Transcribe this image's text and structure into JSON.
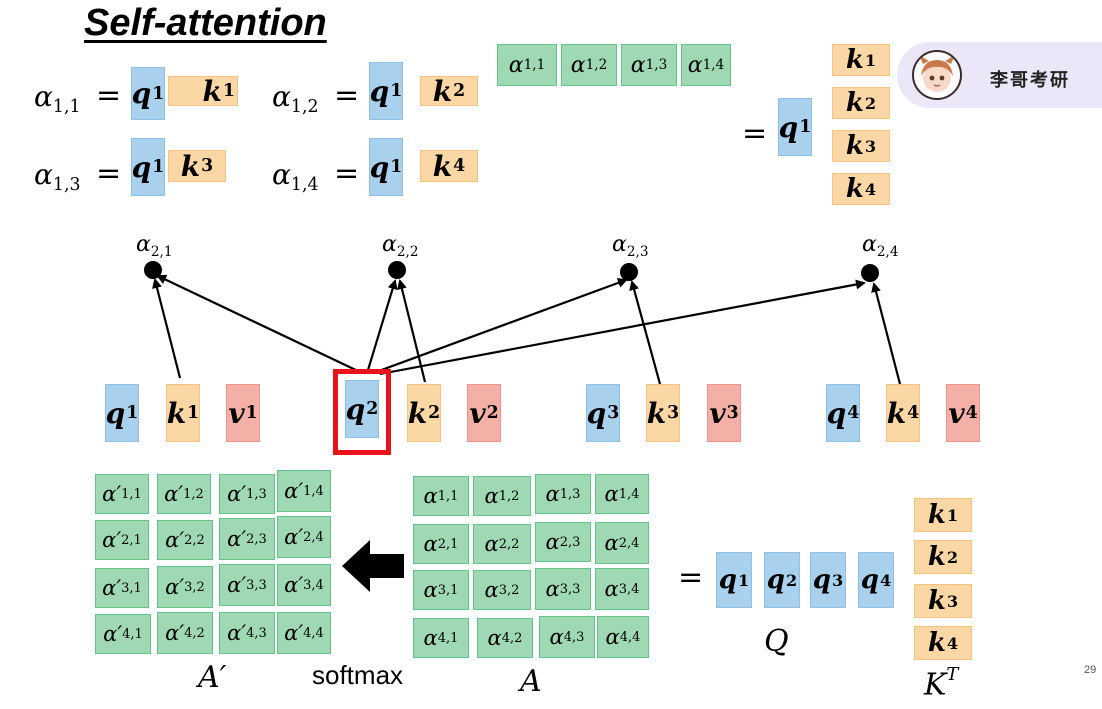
{
  "title": "Self-attention",
  "badge": {
    "text": "李哥考研"
  },
  "softmax_label": "softmax",
  "page_number": "29",
  "equals": "=",
  "matrix_labels": {
    "A_prime": "A′",
    "A": "A",
    "Q": "Q",
    "KT_base": "K",
    "KT_sup": "T"
  },
  "top_equations": [
    {
      "lhs": "α",
      "lhs_sub": "1,1",
      "q": "q",
      "q_sup": "1",
      "k": "k",
      "k_sup": "1"
    },
    {
      "lhs": "α",
      "lhs_sub": "1,2",
      "q": "q",
      "q_sup": "1",
      "k": "k",
      "k_sup": "2"
    },
    {
      "lhs": "α",
      "lhs_sub": "1,3",
      "q": "q",
      "q_sup": "1",
      "k": "k",
      "k_sup": "3"
    },
    {
      "lhs": "α",
      "lhs_sub": "1,4",
      "q": "q",
      "q_sup": "1",
      "k": "k",
      "k_sup": "4"
    }
  ],
  "top_row_alphas": [
    "1,1",
    "1,2",
    "1,3",
    "1,4"
  ],
  "top_right": {
    "q": "q",
    "q_sup": "1",
    "k_sups": [
      "1",
      "2",
      "3",
      "4"
    ]
  },
  "nodes": [
    {
      "label": "α",
      "sub": "2,1"
    },
    {
      "label": "α",
      "sub": "2,2"
    },
    {
      "label": "α",
      "sub": "2,3"
    },
    {
      "label": "α",
      "sub": "2,4"
    }
  ],
  "vector_groups": [
    {
      "q": "1",
      "k": "1",
      "v": "1"
    },
    {
      "q": "2",
      "k": "2",
      "v": "2"
    },
    {
      "q": "3",
      "k": "3",
      "v": "3"
    },
    {
      "q": "4",
      "k": "4",
      "v": "4"
    }
  ],
  "A_prime": [
    [
      "1,1",
      "1,2",
      "1,3",
      "1,4"
    ],
    [
      "2,1",
      "2,2",
      "2,3",
      "2,4"
    ],
    [
      "3,1",
      "3,2",
      "3,3",
      "3,4"
    ],
    [
      "4,1",
      "4,2",
      "4,3",
      "4,4"
    ]
  ],
  "A": [
    [
      "1,1",
      "1,2",
      "1,3",
      "1,4"
    ],
    [
      "2,1",
      "2,2",
      "2,3",
      "2,4"
    ],
    [
      "3,1",
      "3,2",
      "3,3",
      "3,4"
    ],
    [
      "4,1",
      "4,2",
      "4,3",
      "4,4"
    ]
  ],
  "Q_row": [
    "1",
    "2",
    "3",
    "4"
  ],
  "KT_col": [
    "1",
    "2",
    "3",
    "4"
  ],
  "symbols": {
    "alpha": "α",
    "alpha_prime": "α′",
    "q": "q",
    "k": "k",
    "v": "v"
  },
  "colors": {
    "q": "#a9d1ee",
    "k": "#fad7a4",
    "v": "#f4b0a6",
    "alpha": "#9ed9b3",
    "highlight": "#e8131b"
  }
}
